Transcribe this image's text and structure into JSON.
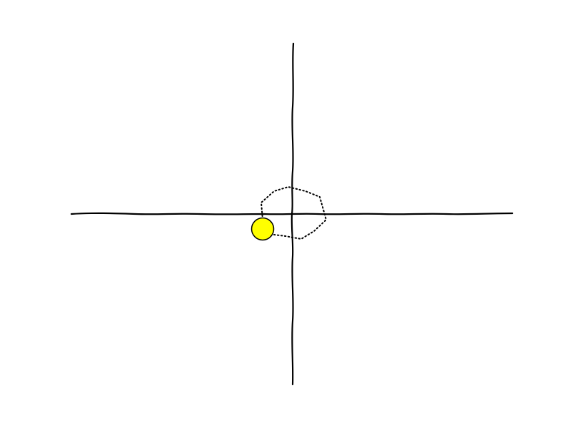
{
  "colors": {
    "background": "#ffffff",
    "axis": "#000000",
    "path": "#000000",
    "marker_fill": "#ffff00",
    "marker_stroke": "#000000"
  },
  "diagram": {
    "axes": [
      "horizontal",
      "vertical"
    ],
    "path_style": "dotted",
    "path_shape": "closed-loop",
    "marker_shape": "circle"
  }
}
